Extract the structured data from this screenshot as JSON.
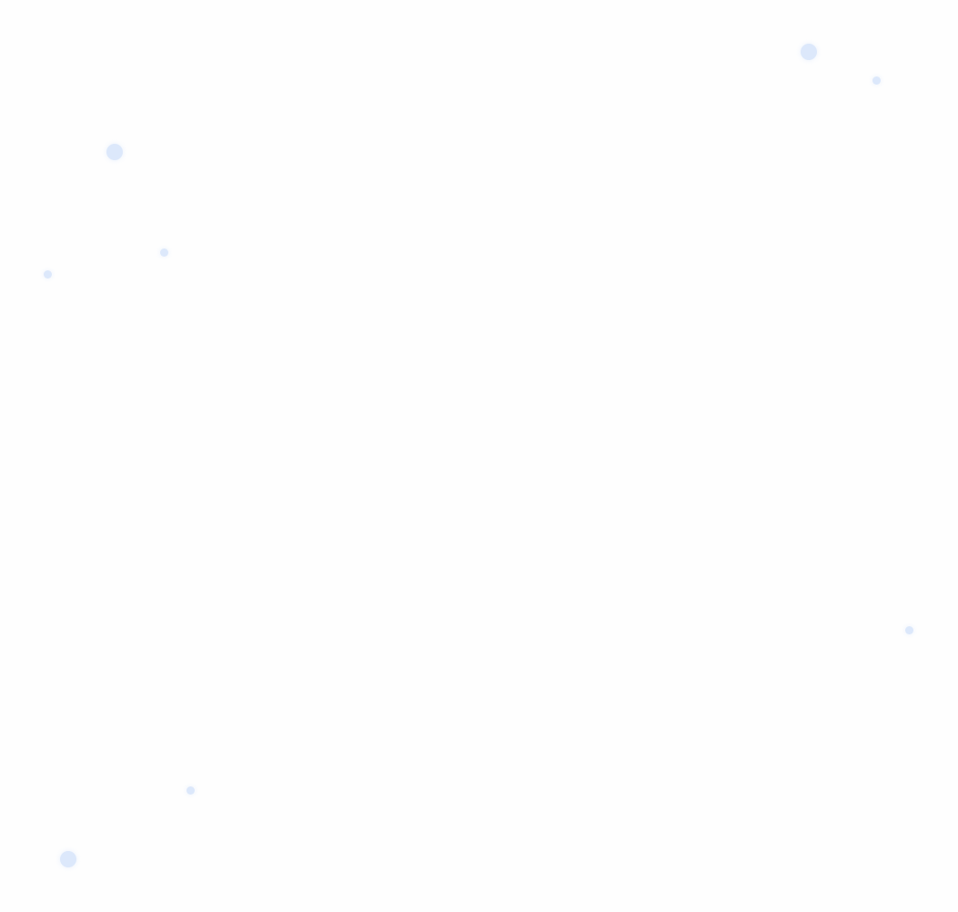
{
  "theme": {
    "background": "#fefefe",
    "dot_color": "#dce8fb"
  },
  "decorations": [
    {
      "name": "background-dot-1",
      "kind": "large"
    },
    {
      "name": "background-dot-2",
      "kind": "small"
    },
    {
      "name": "background-dot-3",
      "kind": "large"
    },
    {
      "name": "background-dot-4",
      "kind": "small"
    },
    {
      "name": "background-dot-5",
      "kind": "small"
    },
    {
      "name": "background-dot-6",
      "kind": "small"
    },
    {
      "name": "background-dot-7",
      "kind": "small"
    },
    {
      "name": "background-dot-8",
      "kind": "large"
    }
  ]
}
